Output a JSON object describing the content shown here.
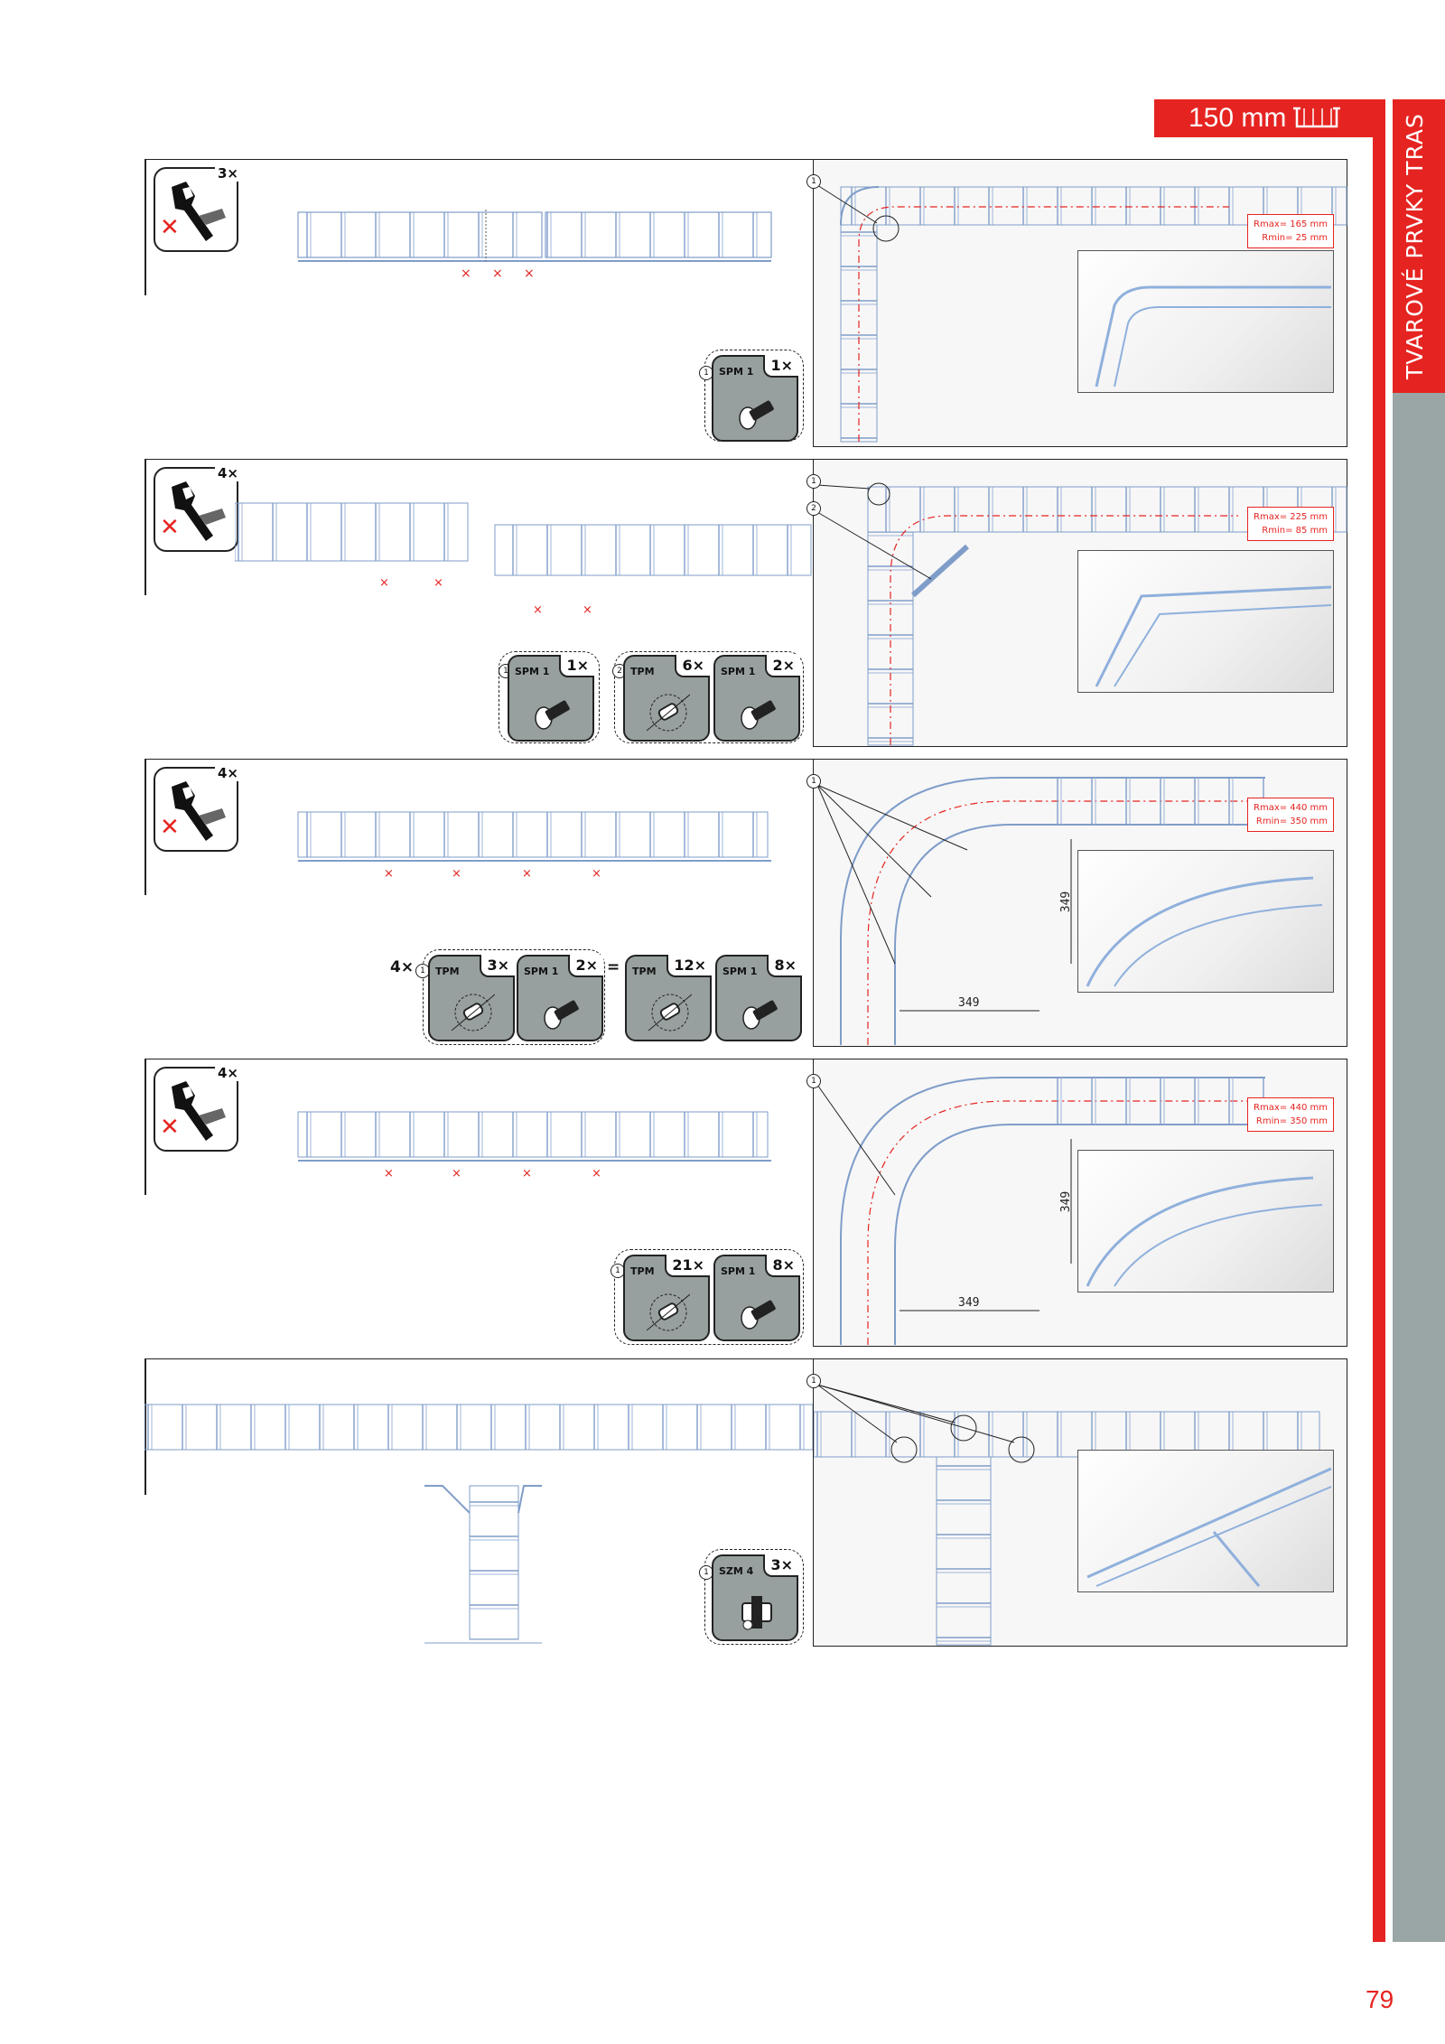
{
  "header": {
    "size_label": "150 mm",
    "section_title": "TVAROVÉ PRVKY TRAS",
    "page_number": "79"
  },
  "panels": [
    {
      "tool_count": "3×",
      "radius_max": "Rmax= 165 mm",
      "radius_min": "Rmin= 25 mm",
      "badges": [
        {
          "callout": "1",
          "code": "SPM 1",
          "qty": "1×"
        }
      ]
    },
    {
      "tool_count": "4×",
      "radius_max": "Rmax= 225 mm",
      "radius_min": "Rmin= 85 mm",
      "badges": [
        {
          "callout": "1",
          "code": "SPM 1",
          "qty": "1×"
        },
        {
          "callout": "2",
          "code": "TPM",
          "qty": "6×"
        },
        {
          "code": "SPM 1",
          "qty": "2×"
        }
      ]
    },
    {
      "tool_count": "4×",
      "radius_max": "Rmax= 440 mm",
      "radius_min": "Rmin= 350 mm",
      "dim_a": "349",
      "dim_b": "349",
      "multiplier": "4×",
      "equals": "=",
      "badges": [
        {
          "callout": "1",
          "code": "TPM",
          "qty": "3×"
        },
        {
          "code": "SPM 1",
          "qty": "2×"
        },
        {
          "code": "TPM",
          "qty": "12×"
        },
        {
          "code": "SPM 1",
          "qty": "8×"
        }
      ]
    },
    {
      "tool_count": "4×",
      "radius_max": "Rmax= 440 mm",
      "radius_min": "Rmin= 350 mm",
      "dim_a": "349",
      "dim_b": "349",
      "badges": [
        {
          "callout": "1",
          "code": "TPM",
          "qty": "21×"
        },
        {
          "code": "SPM 1",
          "qty": "8×"
        }
      ]
    },
    {
      "badges": [
        {
          "callout": "1",
          "code": "SZM 4",
          "qty": "3×"
        }
      ]
    }
  ],
  "callout_labels": {
    "one": "1",
    "two": "2"
  },
  "colors": {
    "accent_red": "#e52421",
    "tab_grey": "#9aa6a5",
    "badge_grey": "#97a09f",
    "wire_blue": "#7f9dc9"
  }
}
